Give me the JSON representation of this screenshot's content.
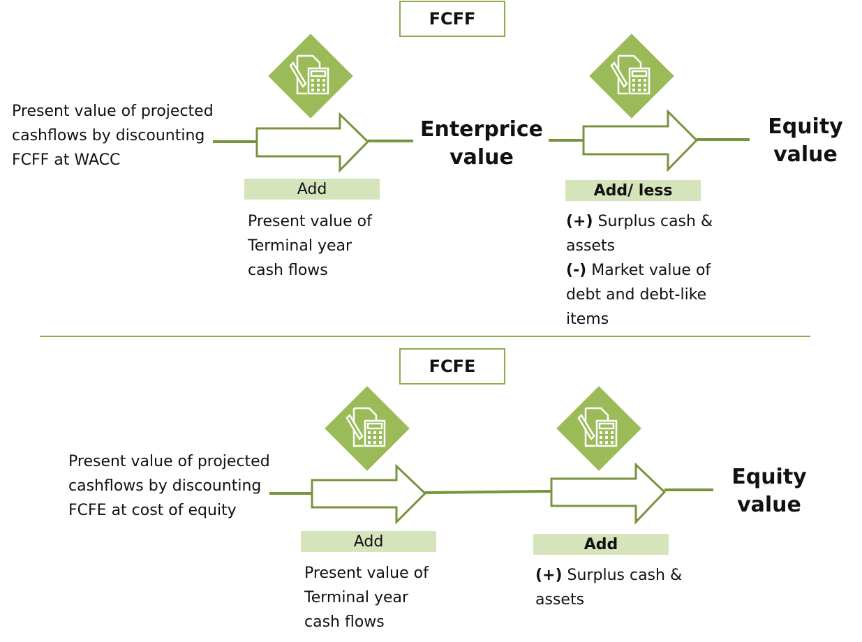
{
  "fcff": {
    "title": "FCFF",
    "left_text": [
      "Present value of projected",
      "cashflows by discounting",
      "FCFF at WACC"
    ],
    "add_label": "Add",
    "terminal_text": [
      "Present value of",
      "Terminal year",
      "cash flows"
    ],
    "middle_result": [
      "Enterprice",
      "value"
    ],
    "add_less_label": "Add/ less",
    "adjust_plus_sign": "(+)",
    "adjust_plus_text_1": " Surplus cash &",
    "adjust_plus_text_2": "assets",
    "adjust_minus_sign": "(-)",
    "adjust_minus_text_1": " Market value of",
    "adjust_minus_text_2": "debt and debt-like",
    "adjust_minus_text_3": "items",
    "final_result": [
      "Equity",
      "value"
    ]
  },
  "fcfe": {
    "title": "FCFE",
    "left_text": [
      "Present value of projected",
      "cashflows by discounting",
      "FCFE at cost of equity"
    ],
    "add_label": "Add",
    "terminal_text": [
      "Present value of",
      "Terminal year",
      "cash flows"
    ],
    "add_label_2": "Add",
    "adjust_plus_sign": "(+)",
    "adjust_plus_text_1": " Surplus cash &",
    "adjust_plus_text_2": "assets",
    "final_result": [
      "Equity",
      "value"
    ]
  },
  "colors": {
    "accent": "#8aab4c",
    "diamond": "#9bbb59",
    "label_bg": "#d6e4bc",
    "line": "#77933c"
  },
  "icons": {
    "calculator": "calculator-document-icon"
  }
}
